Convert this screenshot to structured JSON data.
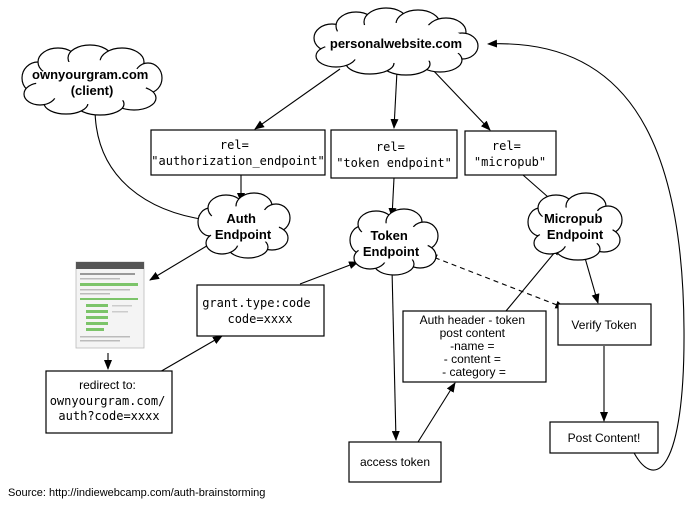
{
  "clouds": {
    "personal": [
      "personalwebsite.com"
    ],
    "client": [
      "ownyourgram.com",
      "(client)"
    ],
    "auth": [
      "Auth",
      "Endpoint"
    ],
    "token": [
      "Token",
      "Endpoint"
    ],
    "micropub": [
      "Micropub",
      "Endpoint"
    ]
  },
  "boxes": {
    "rel_auth": [
      "rel=",
      "\"authorization_endpoint\""
    ],
    "rel_token": [
      "rel=",
      "\"token endpoint\""
    ],
    "rel_micropub": [
      "rel=",
      "\"micropub\""
    ],
    "grant": [
      "grant.type:code",
      "code=xxxx"
    ],
    "redirect": [
      "redirect to:",
      "ownyourgram.com/",
      "auth?code=xxxx"
    ],
    "auth_header": [
      "Auth header - token",
      "post content",
      "-name =",
      "- content =",
      "- category ="
    ],
    "verify": [
      "Verify Token"
    ],
    "post": [
      "Post Content!"
    ],
    "access": [
      "access token"
    ]
  },
  "caption": "Source: http://indiewebcamp.com/auth-brainstorming",
  "colors": {
    "line": "#000000",
    "cloud_fill": "#ffffff",
    "screenshot_green": "#7cc46a"
  }
}
